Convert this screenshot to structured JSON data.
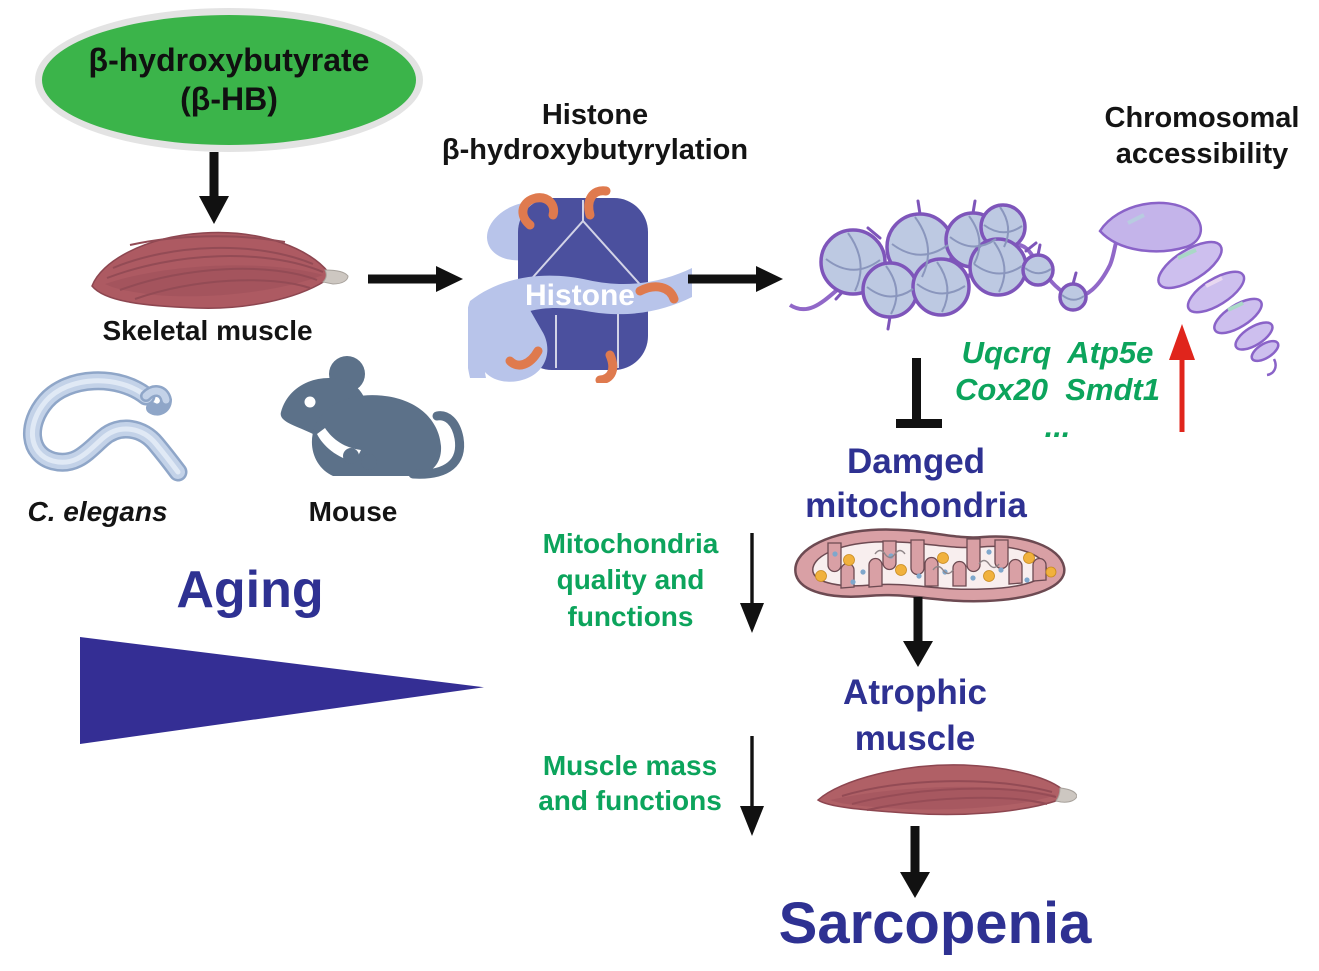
{
  "figure_title": "beta-hydroxybutyrate histone modification pathway leading to sarcopenia",
  "nodes": {
    "bhb_line1": "β-hydroxybutyrate",
    "bhb_line2": "(β-HB)",
    "skeletal_muscle_label": "Skeletal muscle",
    "c_elegans_label": "C. elegans",
    "mouse_label": "Mouse",
    "aging_label": "Aging",
    "histone_title_line1": "Histone",
    "histone_title_line2": "β-hydroxybutyrylation",
    "histone_badge": "Histone",
    "chromosomal_line1": "Chromosomal",
    "chromosomal_line2": "accessibility",
    "genes_line1": "Uqcrq  Atp5e",
    "genes_line2": "Cox20  Smdt1",
    "genes_line3": "...",
    "damaged_line1": "Damged",
    "damaged_line2": "mitochondria",
    "mito_quality_line1": "Mitochondria",
    "mito_quality_line2": "quality and",
    "mito_quality_line3": "functions",
    "atrophic_line1": "Atrophic",
    "atrophic_line2": "muscle",
    "muscle_mass_line1": "Muscle mass",
    "muscle_mass_line2": "and functions",
    "sarcopenia_label": "Sarcopenia"
  },
  "illustrations": [
    "skeletal-muscle",
    "c-elegans-worm",
    "mouse-silhouette",
    "histone-complex",
    "chromatin-nucleosomes",
    "dna-helix",
    "mitochondrion",
    "atrophic-muscle",
    "aging-wedge"
  ],
  "connectors": [
    "arrow-down-bhb-to-muscle",
    "arrow-right-muscle-to-histone",
    "arrow-right-histone-to-chromatin",
    "inhibition-tbar-chromatin-to-mitochondria",
    "red-up-arrow-gene-expression",
    "arrow-down-mitochondria-to-atrophic",
    "arrow-down-atrophic-to-sarcopenia",
    "arrow-down-mitochondria-quality",
    "arrow-down-muscle-mass"
  ],
  "colors": {
    "node_green": "#3bb44a",
    "gene_text_green": "#0ca45c",
    "heading_blue": "#2e3192",
    "wedge_blue": "#342e94",
    "arrow_red": "#e0251c",
    "arrow_black": "#111111",
    "muscle_red": "#ad5a62",
    "histone_indigo": "#4b509e",
    "ribbon_periwinkle": "#b8c4ea",
    "modification_orange": "#df7a4e",
    "chromatin_purple": "#7e55ba",
    "mitochondria_pink": "#d9a0a5",
    "mouse_gray": "#5c7189"
  }
}
